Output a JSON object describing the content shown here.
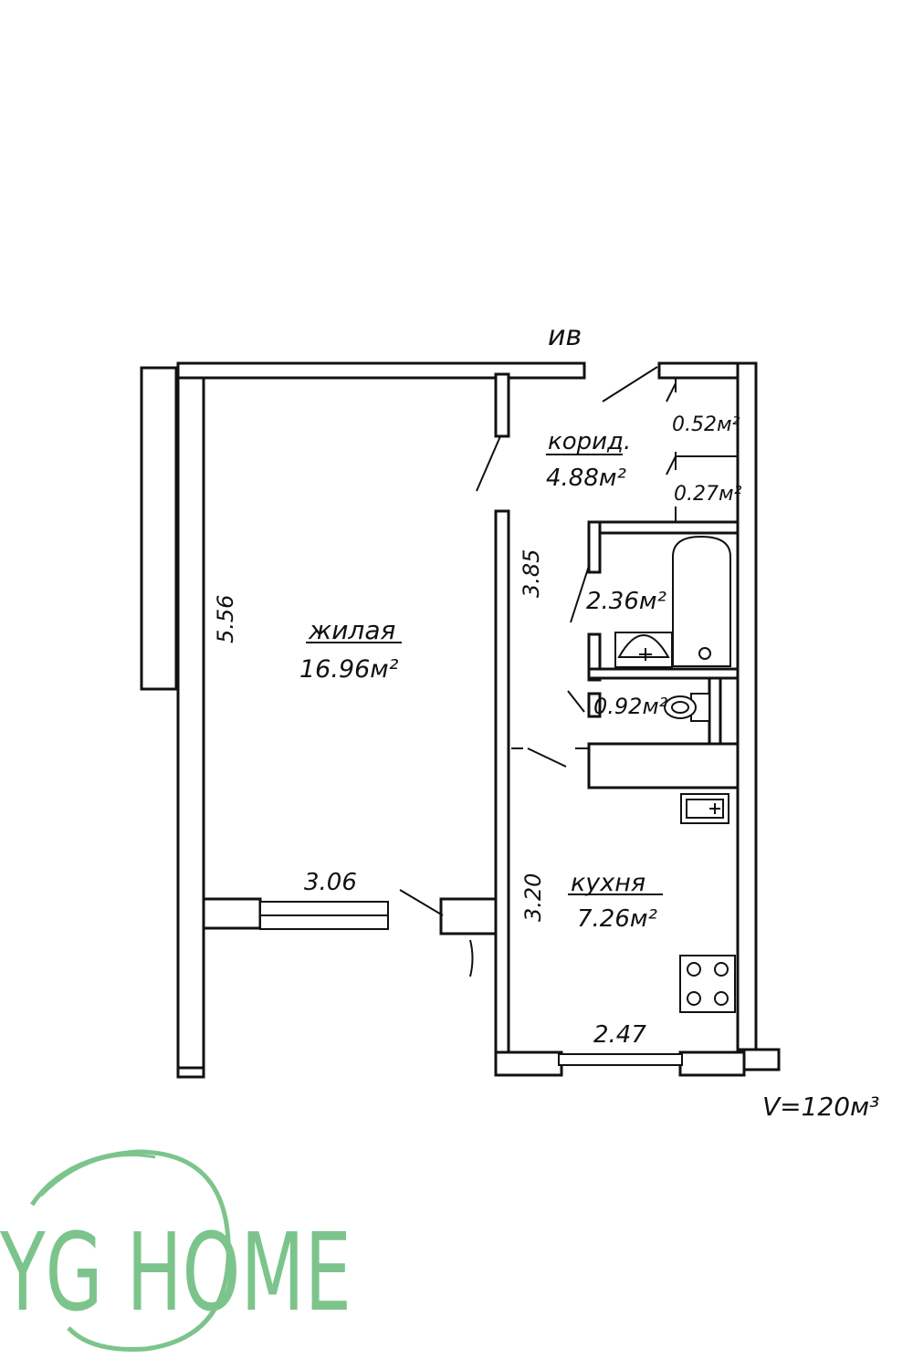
{
  "header": {
    "mark": "ив"
  },
  "rooms": {
    "living": {
      "name": "жилая",
      "area": "16.96м²"
    },
    "corridor": {
      "name": "корид.",
      "area": "4.88м²"
    },
    "bathroom": {
      "area": "2.36м²"
    },
    "toilet": {
      "area": "0.92м²"
    },
    "kitchen": {
      "name": "кухня",
      "area": "7.26м²"
    },
    "closet1": {
      "area": "0.52м²"
    },
    "closet2": {
      "area": "0.27м²"
    }
  },
  "dimensions": {
    "living_height": "5.56",
    "corridor_wall": "3.85",
    "living_width": "3.06",
    "kitchen_height": "3.20",
    "kitchen_width": "2.47"
  },
  "footer": {
    "volume": "V=120м³"
  },
  "logo": {
    "text": "YG HOME",
    "color": "#7cc48c"
  }
}
